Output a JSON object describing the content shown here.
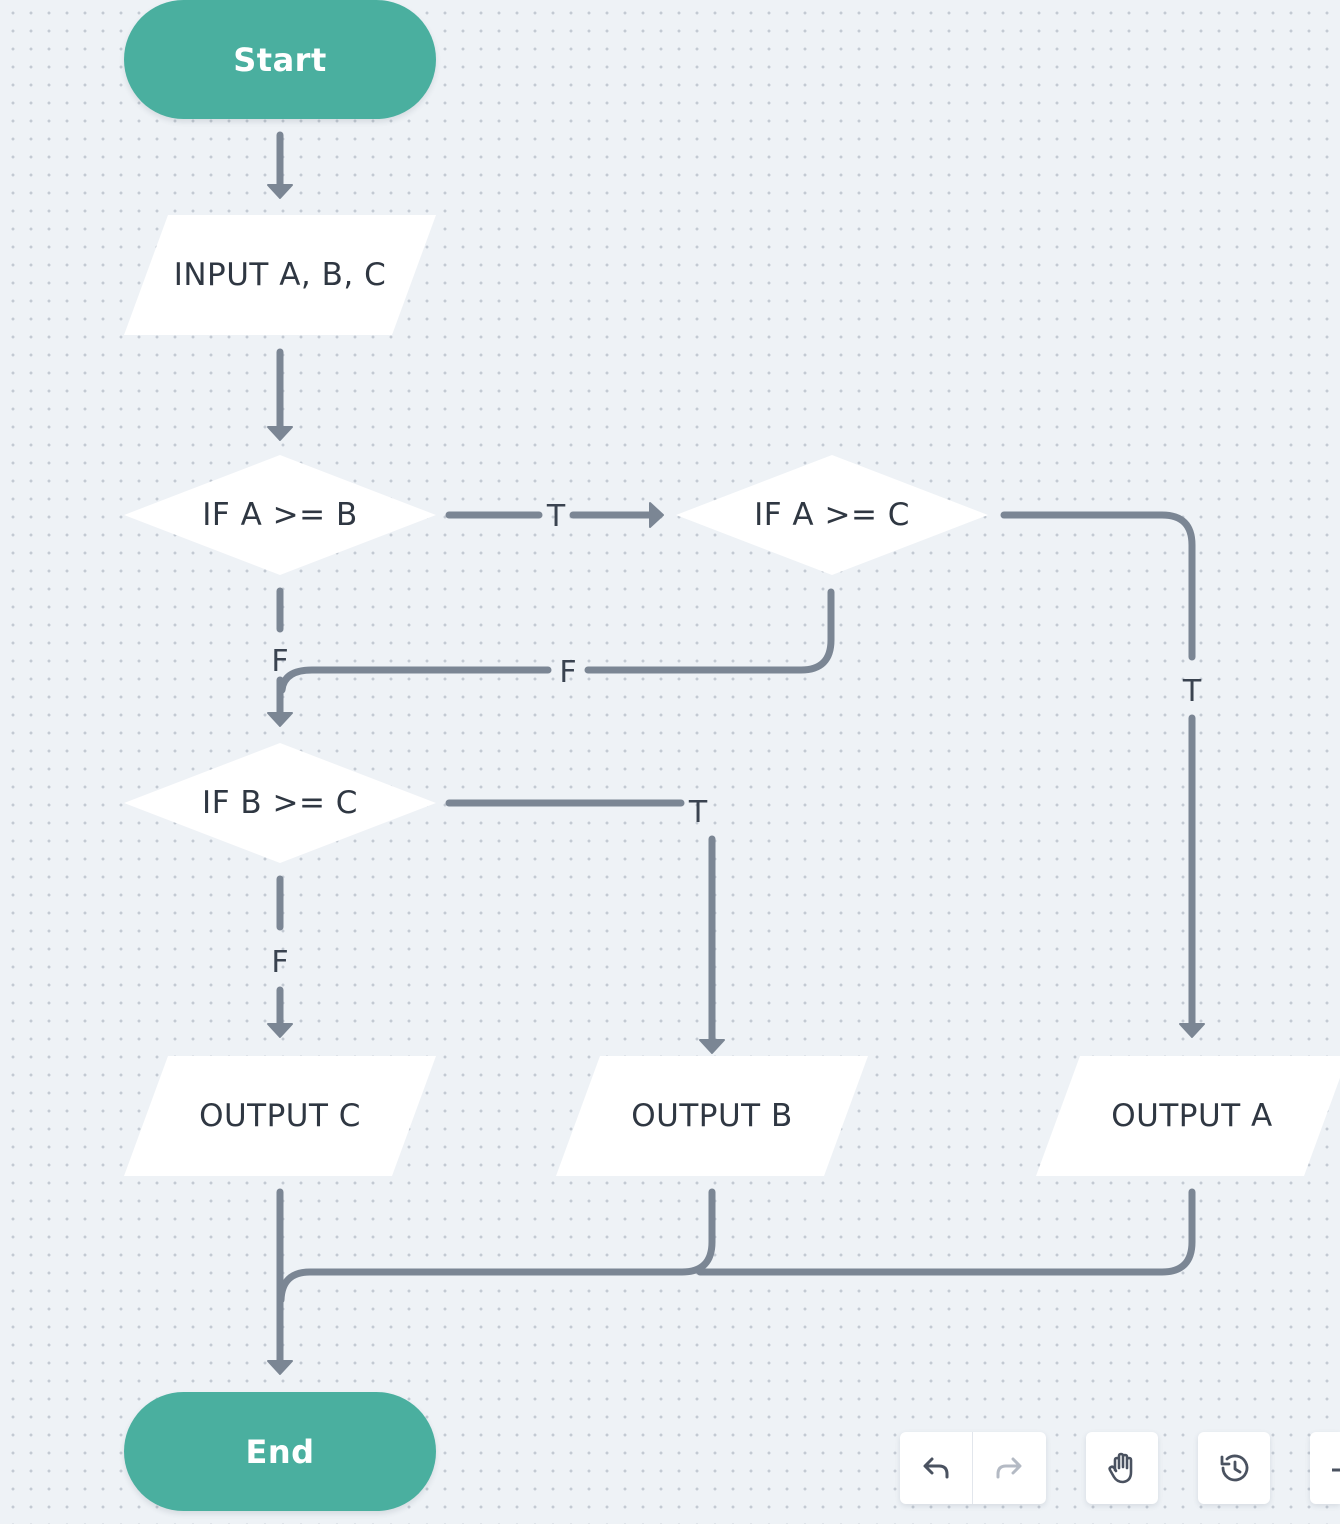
{
  "nodes": {
    "start": "Start",
    "input": "INPUT A, B, C",
    "if_a_ge_b": "IF A >= B",
    "if_a_ge_c": "IF A >= C",
    "if_b_ge_c": "IF B >= C",
    "output_c": "OUTPUT C",
    "output_b": "OUTPUT B",
    "output_a": "OUTPUT A",
    "end": "End"
  },
  "edge_labels": {
    "ab_true": "T",
    "ab_false": "F",
    "ac_true": "T",
    "ac_false": "F",
    "bc_true": "T",
    "bc_false": "F"
  },
  "colors": {
    "terminal_fill": "#4aaf9f",
    "connector": "#7b8694",
    "canvas": "#eef2f6"
  },
  "toolbar": {
    "buttons": [
      "undo-icon",
      "redo-icon",
      "hand-icon",
      "history-icon",
      "partial-icon"
    ]
  }
}
